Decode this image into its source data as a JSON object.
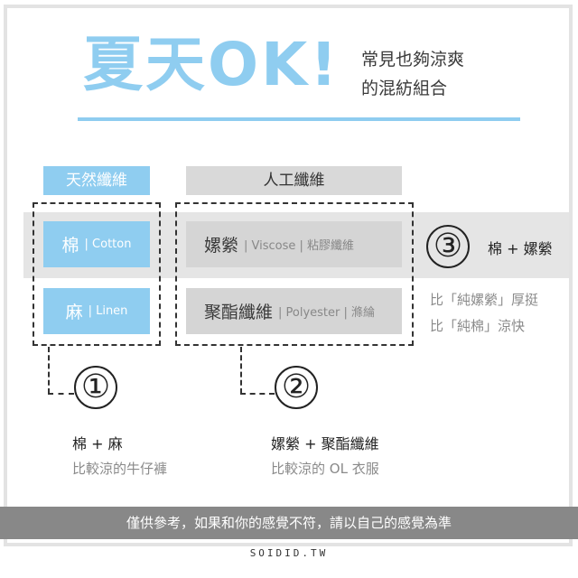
{
  "title": {
    "main": "夏天OK!",
    "subtitle_line1": "常見也夠涼爽",
    "subtitle_line2": "的混紡組合"
  },
  "categories": {
    "natural": "天然纖維",
    "artificial": "人工纖維"
  },
  "fabrics": {
    "cotton": {
      "zh": "棉",
      "en": "| Cotton"
    },
    "linen": {
      "zh": "麻",
      "en": "| Linen"
    },
    "viscose": {
      "zh": "嫘縈",
      "en": "| Viscose | 粘膠纖維"
    },
    "polyester": {
      "zh": "聚酯纖維",
      "en": "| Polyester | 滌綸"
    }
  },
  "combos": {
    "one": {
      "number": "①",
      "title": "棉 + 麻",
      "desc": "比較涼的牛仔褲"
    },
    "two": {
      "number": "②",
      "title": "嫘縈 + 聚酯纖維",
      "desc": "比較涼的 OL 衣服"
    },
    "three": {
      "number": "③",
      "title": "棉 + 嫘縈",
      "note_line1": "比「純嫘縈」厚挺",
      "note_line2": "比「純棉」涼快"
    }
  },
  "footer": {
    "note": "僅供參考，如果和你的感覺不符，請以自己的感覺為準",
    "site": "SOIDID.TW"
  },
  "colors": {
    "accent_blue": "#8fcdf0",
    "grey_box": "#d5d5d5",
    "band_grey": "#e5e5e5",
    "footer_grey": "#888888"
  }
}
